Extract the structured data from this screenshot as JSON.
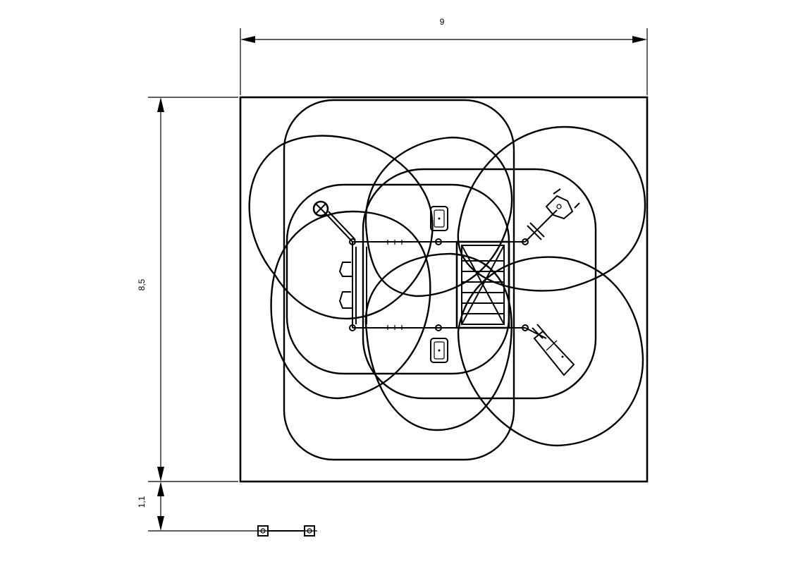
{
  "dimensions": {
    "width": "9",
    "height": "8,5",
    "offset": "1,1"
  },
  "colors": {
    "stroke": "#000000",
    "background": "#ffffff"
  }
}
